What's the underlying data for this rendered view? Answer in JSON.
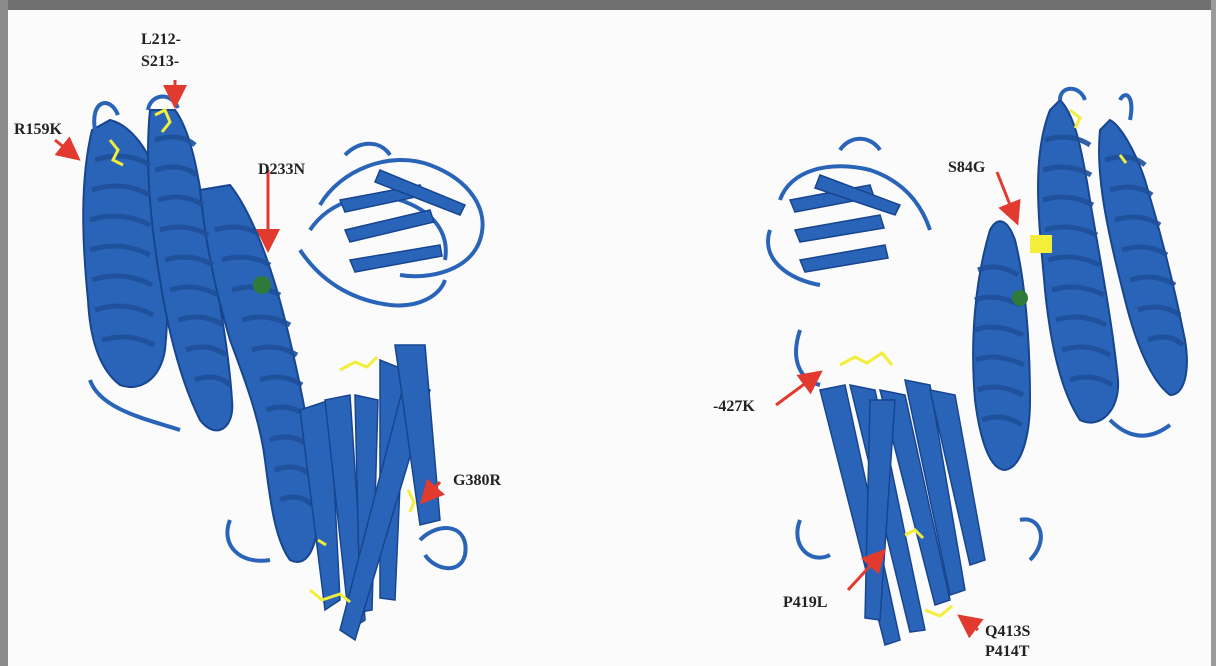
{
  "figure": {
    "labels": {
      "l212": "L212-",
      "s213": "S213-",
      "r159k": "R159K",
      "d233n": "D233N",
      "g380r": "G380R",
      "s84g": "S84G",
      "m427k": "-427K",
      "p419l": "P419L",
      "q413s": "Q413S",
      "p414t": "P414T"
    },
    "colors": {
      "ribbon": "#2a64b8",
      "ribbon_dark": "#17458f",
      "highlight": "#f2ee3a",
      "green": "#2f7a3a",
      "arrow": "#e23a2f"
    }
  }
}
